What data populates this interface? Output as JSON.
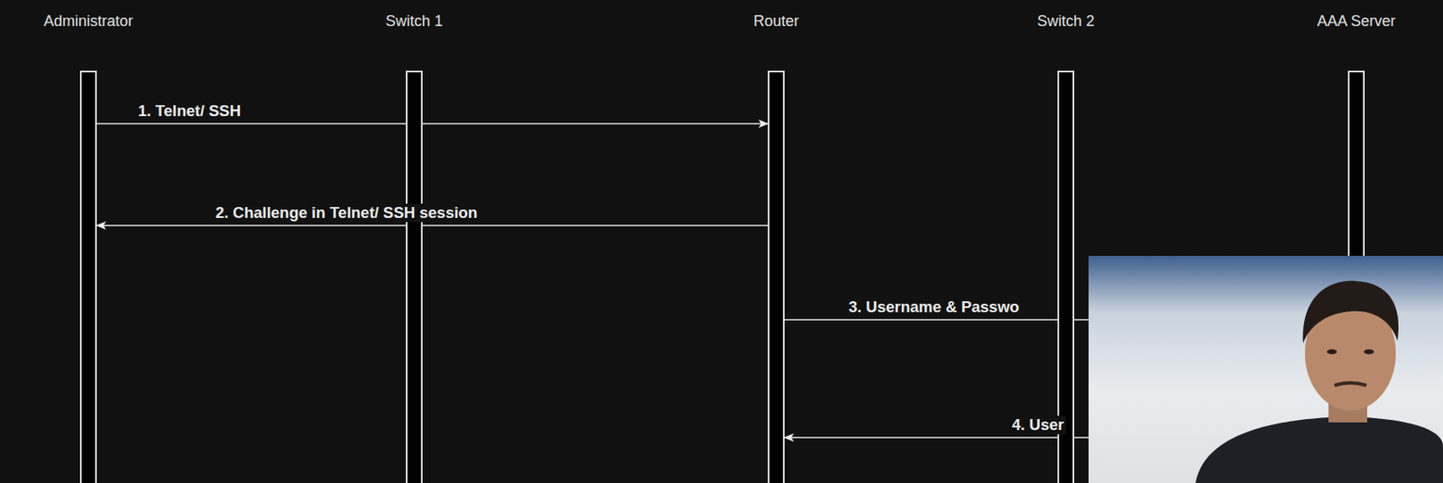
{
  "diagram": {
    "nodes": [
      {
        "text": [
          "Administrator"
        ]
      },
      {
        "text": [
          "Switch 1"
        ]
      },
      {
        "text": [
          "Router"
        ]
      },
      {
        "text": [
          "Switch 2"
        ]
      },
      {
        "text": [
          "AAA Server"
        ]
      }
    ],
    "edges": [
      {
        "from": 0,
        "to": 2,
        "label": "1. Telnet/ SSH",
        "arrow": "to"
      },
      {
        "from": 2,
        "to": 0,
        "label": "2. Challenge in Telnet/ SSH session",
        "arrow": "to"
      },
      {
        "from": 2,
        "to": 4,
        "label": "3. Username & Passwo",
        "arrow": "none"
      },
      {
        "from": 4,
        "to": 2,
        "label": "4. User",
        "arrow": "to"
      }
    ]
  }
}
